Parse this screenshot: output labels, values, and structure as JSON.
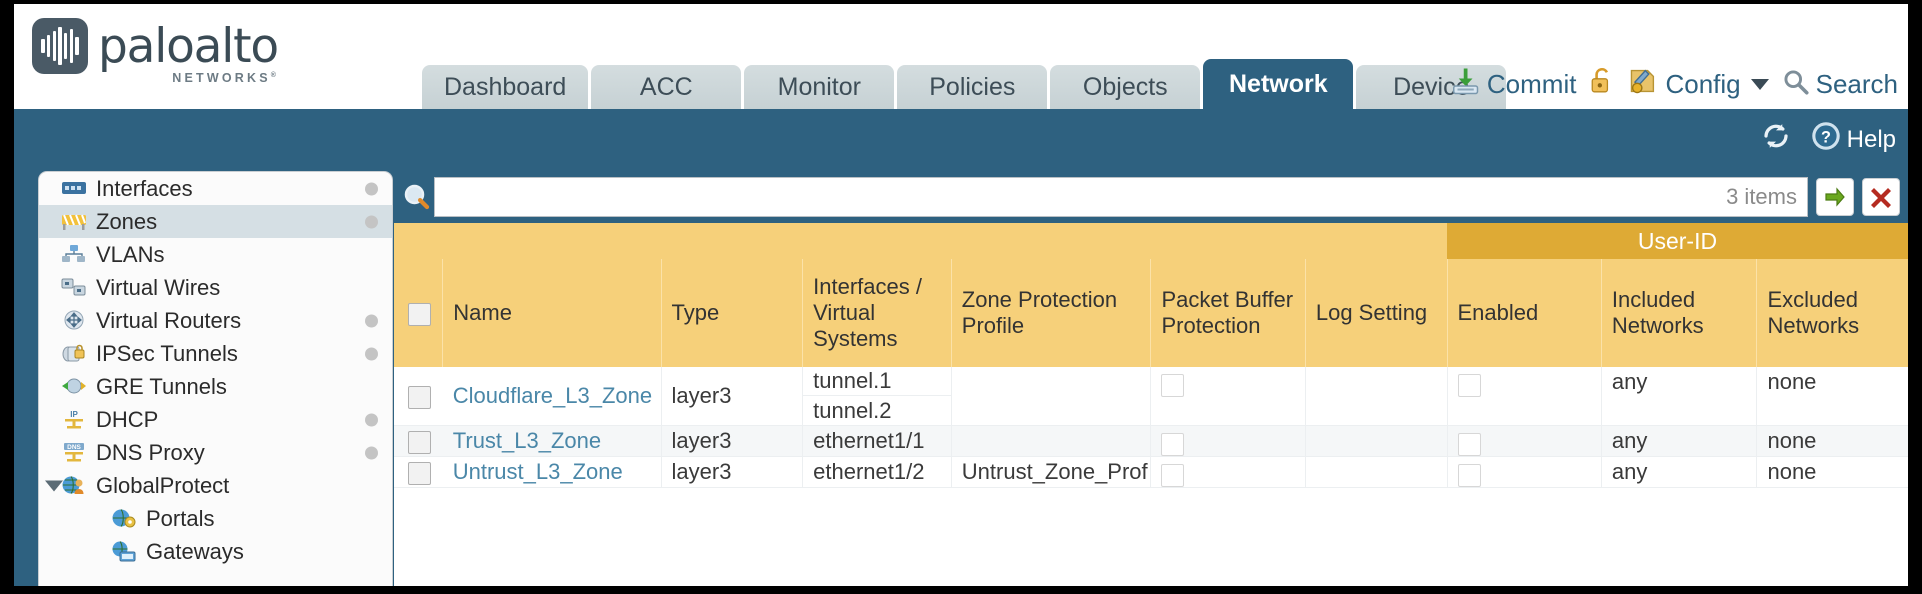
{
  "brand": {
    "name": "paloalto",
    "sub": "NETWORKS",
    "reg": "®"
  },
  "tabs": [
    {
      "label": "Dashboard",
      "active": false
    },
    {
      "label": "ACC",
      "active": false
    },
    {
      "label": "Monitor",
      "active": false
    },
    {
      "label": "Policies",
      "active": false
    },
    {
      "label": "Objects",
      "active": false
    },
    {
      "label": "Network",
      "active": true
    },
    {
      "label": "Device",
      "active": false
    }
  ],
  "header_actions": {
    "commit": "Commit",
    "lock_icon": "lock-icon",
    "config": "Config",
    "config_icon": "config-wrench-icon",
    "search": "Search",
    "search_icon": "search-icon",
    "commit_icon": "commit-icon",
    "caret_icon": "chevron-down-icon"
  },
  "subbar": {
    "refresh_icon": "refresh-icon",
    "help_label": "Help",
    "help_icon": "help-question-icon"
  },
  "sidebar": {
    "items": [
      {
        "label": "Interfaces",
        "icon": "interfaces-icon",
        "dot": true,
        "selected": false,
        "child": false,
        "twisty": false
      },
      {
        "label": "Zones",
        "icon": "zones-icon",
        "dot": true,
        "selected": true,
        "child": false,
        "twisty": false
      },
      {
        "label": "VLANs",
        "icon": "vlans-icon",
        "dot": false,
        "selected": false,
        "child": false,
        "twisty": false
      },
      {
        "label": "Virtual Wires",
        "icon": "virtual-wires-icon",
        "dot": false,
        "selected": false,
        "child": false,
        "twisty": false
      },
      {
        "label": "Virtual Routers",
        "icon": "virtual-routers-icon",
        "dot": true,
        "selected": false,
        "child": false,
        "twisty": false
      },
      {
        "label": "IPSec Tunnels",
        "icon": "ipsec-tunnels-icon",
        "dot": true,
        "selected": false,
        "child": false,
        "twisty": false
      },
      {
        "label": "GRE Tunnels",
        "icon": "gre-tunnels-icon",
        "dot": false,
        "selected": false,
        "child": false,
        "twisty": false
      },
      {
        "label": "DHCP",
        "icon": "dhcp-icon",
        "dot": true,
        "selected": false,
        "child": false,
        "twisty": false
      },
      {
        "label": "DNS Proxy",
        "icon": "dns-proxy-icon",
        "dot": true,
        "selected": false,
        "child": false,
        "twisty": false
      },
      {
        "label": "GlobalProtect",
        "icon": "globalprotect-icon",
        "dot": false,
        "selected": false,
        "child": false,
        "twisty": true
      },
      {
        "label": "Portals",
        "icon": "portals-icon",
        "dot": false,
        "selected": false,
        "child": true,
        "twisty": false
      },
      {
        "label": "Gateways",
        "icon": "gateways-icon",
        "dot": false,
        "selected": false,
        "child": true,
        "twisty": false
      }
    ]
  },
  "search": {
    "value": "",
    "placeholder": "",
    "items_count": "3 items",
    "apply_icon": "apply-arrow-icon",
    "clear_icon": "clear-x-icon",
    "magnifier_icon": "magnifier-icon"
  },
  "table": {
    "group_header": {
      "user_id": "User-ID"
    },
    "columns": [
      {
        "key": "checkbox",
        "label": ""
      },
      {
        "key": "name",
        "label": "Name"
      },
      {
        "key": "type",
        "label": "Type"
      },
      {
        "key": "interfaces",
        "label": "Interfaces / Virtual Systems"
      },
      {
        "key": "zone_protection",
        "label": "Zone Protection Profile"
      },
      {
        "key": "packet_buffer",
        "label": "Packet Buffer Protection"
      },
      {
        "key": "log_setting",
        "label": "Log Setting"
      },
      {
        "key": "enabled",
        "label": "Enabled"
      },
      {
        "key": "included",
        "label": "Included Networks"
      },
      {
        "key": "excluded",
        "label": "Excluded Networks"
      }
    ],
    "rows": [
      {
        "checked": false,
        "name": "Cloudflare_L3_Zone",
        "type": "layer3",
        "interfaces": [
          "tunnel.1",
          "tunnel.2"
        ],
        "zone_protection": "",
        "packet_buffer_checked": false,
        "log_setting": "",
        "enabled_checked": false,
        "included": "any",
        "excluded": "none"
      },
      {
        "checked": false,
        "name": "Trust_L3_Zone",
        "type": "layer3",
        "interfaces": [
          "ethernet1/1"
        ],
        "zone_protection": "",
        "packet_buffer_checked": false,
        "log_setting": "",
        "enabled_checked": false,
        "included": "any",
        "excluded": "none"
      },
      {
        "checked": false,
        "name": "Untrust_L3_Zone",
        "type": "layer3",
        "interfaces": [
          "ethernet1/2"
        ],
        "zone_protection": "Untrust_Zone_Prof",
        "packet_buffer_checked": false,
        "log_setting": "",
        "enabled_checked": false,
        "included": "any",
        "excluded": "none"
      }
    ]
  },
  "colors": {
    "accent_blue": "#2e6180",
    "header_amber": "#f6d07a",
    "group_amber": "#deaa35",
    "link_blue": "#4a87a8",
    "sidebar_selected": "#d5dfe4"
  }
}
